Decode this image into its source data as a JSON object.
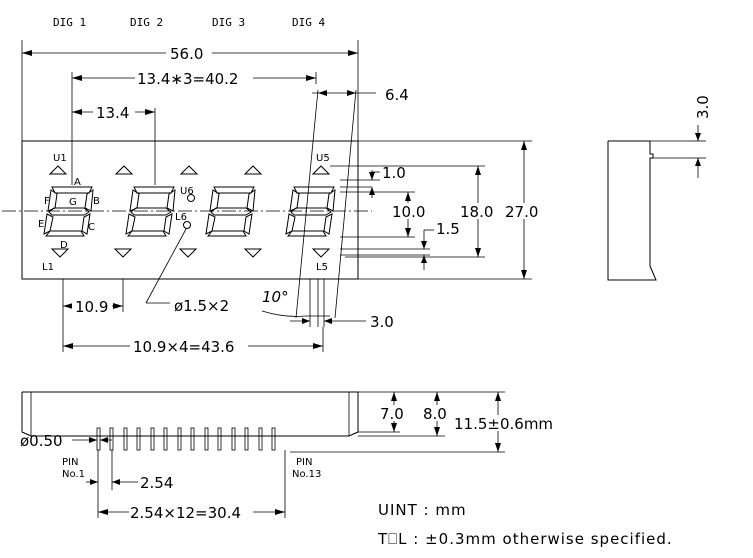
{
  "digits": [
    "DIG 1",
    "DIG 2",
    "DIG 3",
    "DIG 4"
  ],
  "dims": {
    "overall_width": "56.0",
    "digit_pitch_total": "13.4∗3=40.2",
    "digit_pitch": "13.4",
    "tilt_offset": "6.4",
    "side_thickness": "3.0",
    "led_gap": "1.0",
    "digit_height": "10.0",
    "segment_offset": "1.5",
    "display_height": "18.0",
    "overall_height": "27.0",
    "pin_offset": "10.9",
    "hole": "ø1.5×2",
    "tilt_angle": "10°",
    "end_gap": "3.0",
    "pin_span": "10.9×4=43.6",
    "body_h1": "7.0",
    "body_h2": "8.0",
    "total_h": "11.5±0.6mm",
    "pin_dia": "ø0.50",
    "pin_pitch": "2.54",
    "pin_total": "2.54×12=30.4"
  },
  "labels": {
    "u1": "U1",
    "u5": "U5",
    "u6": "U6",
    "l1": "L1",
    "l5": "L5",
    "l6": "L6",
    "seg_a": "A",
    "seg_b": "B",
    "seg_c": "C",
    "seg_d": "D",
    "seg_e": "E",
    "seg_f": "F",
    "seg_g": "G",
    "pin_left_1": "PIN",
    "pin_left_2": "No.1",
    "pin_right_1": "PIN",
    "pin_right_2": "No.13"
  },
  "notes": {
    "unit": "UINT : mm",
    "tolerance": "T⎕L : ±0.3mm otherwise specified."
  }
}
